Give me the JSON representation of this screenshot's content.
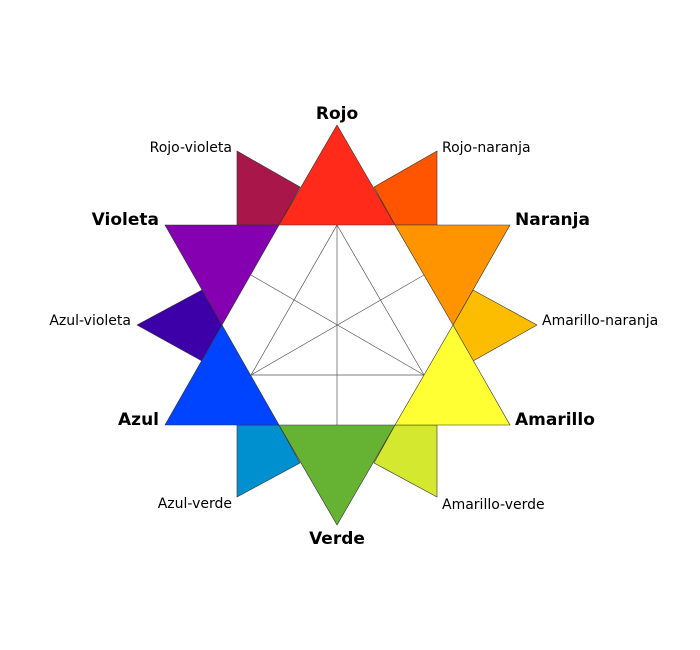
{
  "primaries": [
    {
      "key": "rojo",
      "label": "Rojo",
      "color": "#ff2a1a"
    },
    {
      "key": "naranja",
      "label": "Naranja",
      "color": "#ff9300"
    },
    {
      "key": "amarillo",
      "label": "Amarillo",
      "color": "#ffff33"
    },
    {
      "key": "verde",
      "label": "Verde",
      "color": "#66b233"
    },
    {
      "key": "azul",
      "label": "Azul",
      "color": "#0044ff"
    },
    {
      "key": "violeta",
      "label": "Violeta",
      "color": "#8400b0"
    }
  ],
  "tertiaries": [
    {
      "key": "rojo-naranja",
      "label": "Rojo-naranja",
      "color": "#ff5500"
    },
    {
      "key": "amarillo-naranja",
      "label": "Amarillo-naranja",
      "color": "#fcbc00"
    },
    {
      "key": "amarillo-verde",
      "label": "Amarillo-verde",
      "color": "#d4e82f"
    },
    {
      "key": "azul-verde",
      "label": "Azul-verde",
      "color": "#0090d0"
    },
    {
      "key": "azul-violeta",
      "label": "Azul-violeta",
      "color": "#3d00a8"
    },
    {
      "key": "rojo-violeta",
      "label": "Rojo-violeta",
      "color": "#a8164a"
    }
  ]
}
